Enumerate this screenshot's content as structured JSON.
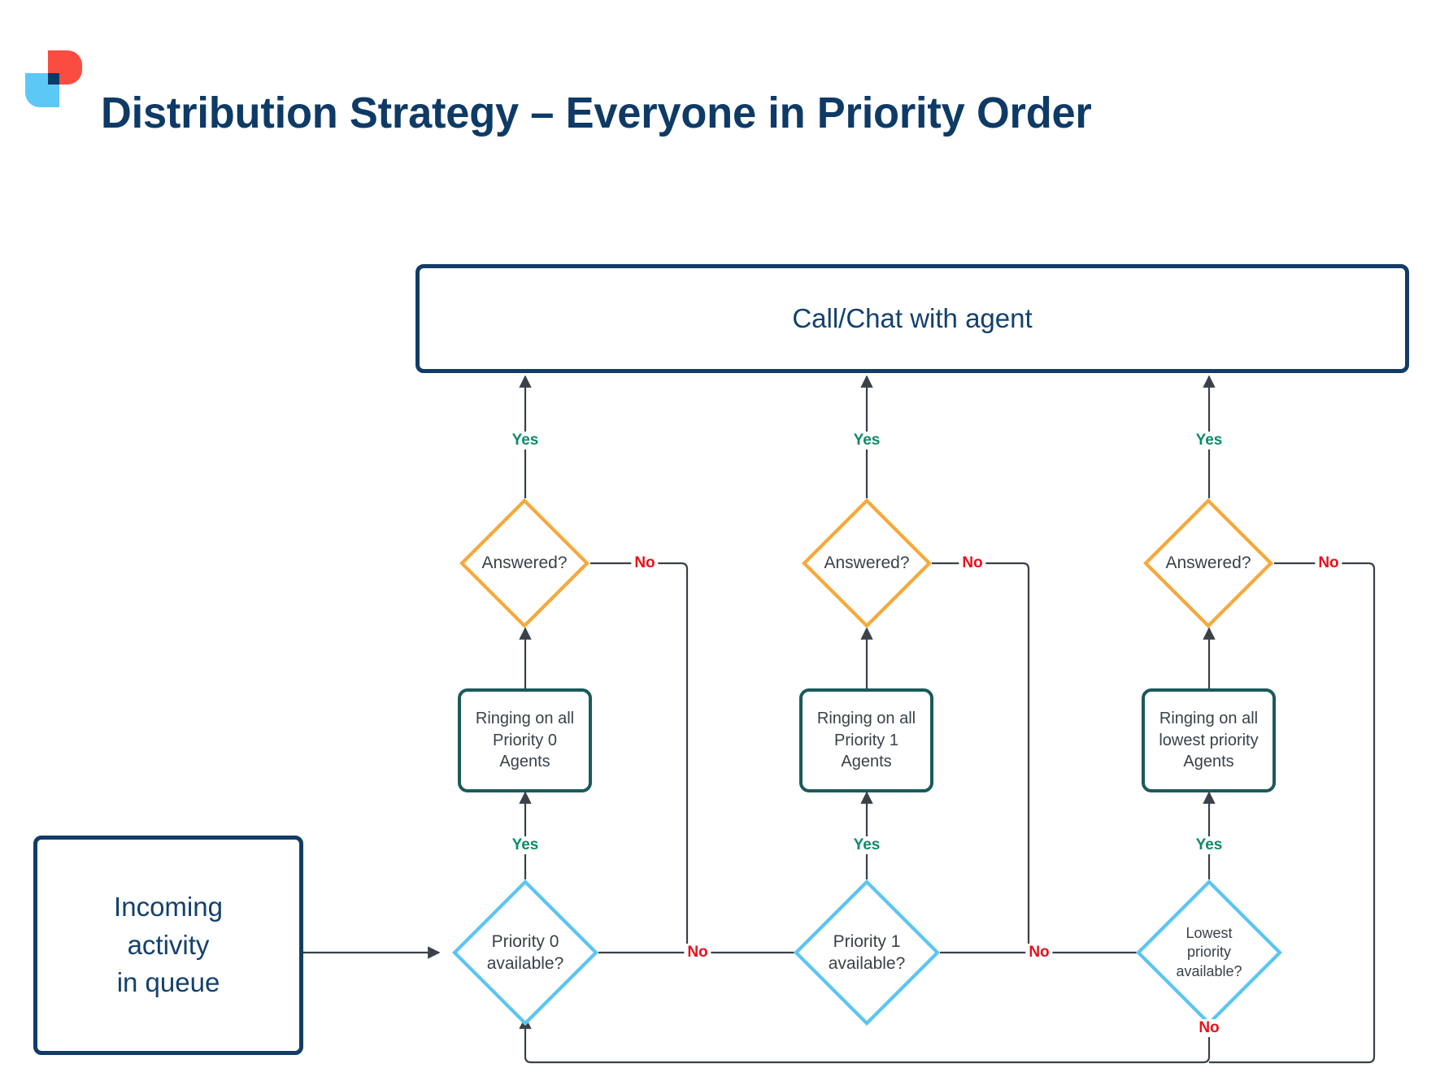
{
  "brand": {
    "logo_icon": "logo-icon",
    "colors": {
      "red": "#FB4C42",
      "light_blue": "#5CC8F5",
      "navy": "#0B3A66",
      "teal_green": "#1A5A5C",
      "amber": "#F6A93B",
      "yes_green": "#0B8A6A",
      "no_red": "#E8101A",
      "connector": "#3A4149"
    }
  },
  "header": {
    "title": "Distribution Strategy – Everyone in Priority Order"
  },
  "diagram": {
    "type": "flowchart",
    "nodes": {
      "terminal_top": {
        "label": "Call/Chat with agent",
        "shape": "rounded-rectangle",
        "color": "#123C66"
      },
      "start": {
        "label": "Incoming\nactivity\nin queue",
        "shape": "rounded-rectangle",
        "color": "#123C66"
      },
      "ring_0": {
        "label": "Ringing on all\nPriority 0\nAgents",
        "shape": "rounded-rectangle",
        "color": "#1A5A5C"
      },
      "ring_1": {
        "label": "Ringing on all\nPriority 1\nAgents",
        "shape": "rounded-rectangle",
        "color": "#1A5A5C"
      },
      "ring_2": {
        "label": "Ringing on all\nlowest priority\nAgents",
        "shape": "rounded-rectangle",
        "color": "#1A5A5C"
      },
      "answered_0": {
        "label": "Answered?",
        "shape": "diamond",
        "color": "#F6A93B"
      },
      "answered_1": {
        "label": "Answered?",
        "shape": "diamond",
        "color": "#F6A93B"
      },
      "answered_2": {
        "label": "Answered?",
        "shape": "diamond",
        "color": "#F6A93B"
      },
      "avail_0": {
        "label": "Priority 0\navailable?",
        "shape": "diamond",
        "color": "#5BC5F2"
      },
      "avail_1": {
        "label": "Priority 1\navailable?",
        "shape": "diamond",
        "color": "#5BC5F2"
      },
      "avail_2": {
        "label": "Lowest\npriority\navailable?",
        "shape": "diamond",
        "color": "#5BC5F2"
      }
    },
    "edge_labels": {
      "yes": "Yes",
      "no": "No"
    },
    "edges": [
      {
        "from": "start",
        "to": "avail_0",
        "label": ""
      },
      {
        "from": "avail_0",
        "to": "ring_0",
        "label": "Yes"
      },
      {
        "from": "avail_0",
        "to": "avail_1",
        "label": "No"
      },
      {
        "from": "ring_0",
        "to": "answered_0",
        "label": ""
      },
      {
        "from": "answered_0",
        "to": "terminal_top",
        "label": "Yes"
      },
      {
        "from": "answered_0",
        "to": "avail_1",
        "label": "No"
      },
      {
        "from": "avail_1",
        "to": "ring_1",
        "label": "Yes"
      },
      {
        "from": "avail_1",
        "to": "avail_2",
        "label": "No"
      },
      {
        "from": "ring_1",
        "to": "answered_1",
        "label": ""
      },
      {
        "from": "answered_1",
        "to": "terminal_top",
        "label": "Yes"
      },
      {
        "from": "answered_1",
        "to": "avail_2",
        "label": "No"
      },
      {
        "from": "avail_2",
        "to": "ring_2",
        "label": "Yes"
      },
      {
        "from": "avail_2",
        "to": "avail_0",
        "label": "No"
      },
      {
        "from": "ring_2",
        "to": "answered_2",
        "label": ""
      },
      {
        "from": "answered_2",
        "to": "terminal_top",
        "label": "Yes"
      },
      {
        "from": "answered_2",
        "to": "avail_0",
        "label": "No"
      }
    ]
  }
}
